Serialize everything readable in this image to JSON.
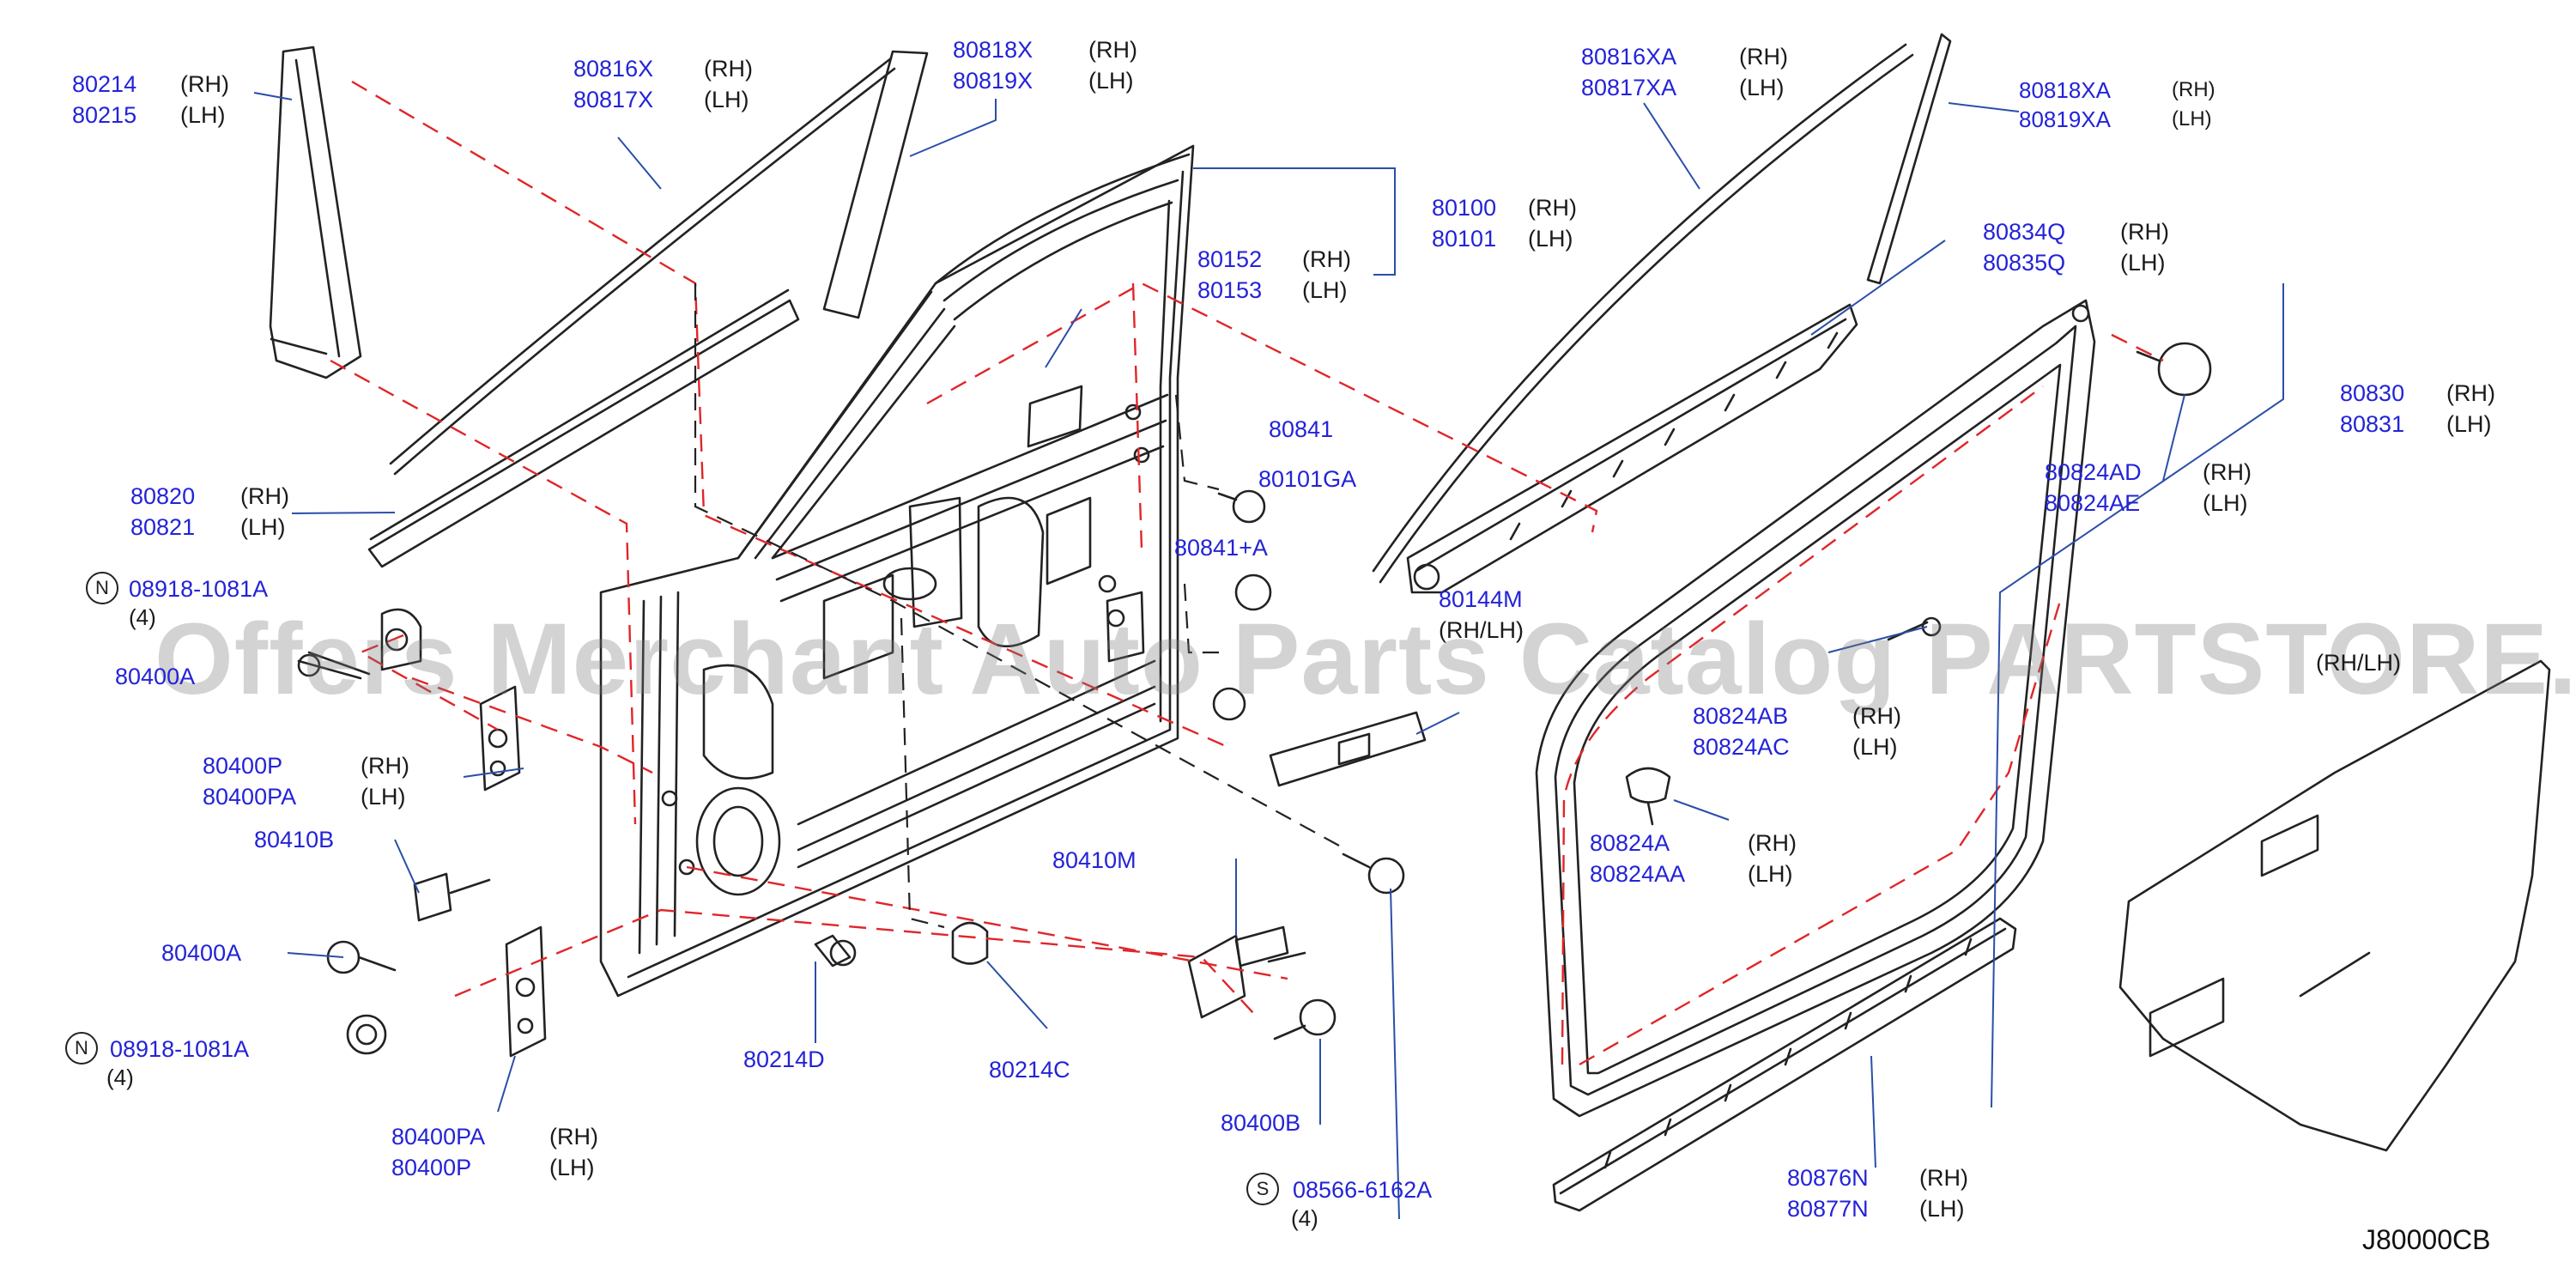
{
  "watermark": "Offers Merchant Auto Parts Catalog PARTSTORE.SA",
  "diagram_code": "J80000CB",
  "colors": {
    "part_number": "#2323d8",
    "text": "#1a1a1a",
    "dashed_line": "#e0262a",
    "leader": "#2a4fa8",
    "watermark": "#8a8a8a"
  },
  "callouts": [
    {
      "id": "c1",
      "parts": [
        {
          "no": "80214",
          "side": "(RH)"
        },
        {
          "no": "80215",
          "side": "(LH)"
        }
      ]
    },
    {
      "id": "c2",
      "parts": [
        {
          "no": "80816X",
          "side": "(RH)"
        },
        {
          "no": "80817X",
          "side": "(LH)"
        }
      ]
    },
    {
      "id": "c3",
      "parts": [
        {
          "no": "80818X",
          "side": "(RH)"
        },
        {
          "no": "80819X",
          "side": "(LH)"
        }
      ]
    },
    {
      "id": "c4",
      "parts": [
        {
          "no": "80100",
          "side": "(RH)"
        },
        {
          "no": "80101",
          "side": "(LH)"
        }
      ]
    },
    {
      "id": "c5",
      "parts": [
        {
          "no": "80152",
          "side": "(RH)"
        },
        {
          "no": "80153",
          "side": "(LH)"
        }
      ]
    },
    {
      "id": "c6",
      "parts": [
        {
          "no": "80816XA",
          "side": "(RH)"
        },
        {
          "no": "80817XA",
          "side": "(LH)"
        }
      ]
    },
    {
      "id": "c7",
      "parts": [
        {
          "no": "80818XA",
          "side": "(RH)"
        },
        {
          "no": "80819XA",
          "side": "(LH)"
        }
      ]
    },
    {
      "id": "c8",
      "parts": [
        {
          "no": "80834Q",
          "side": "(RH)"
        },
        {
          "no": "80835Q",
          "side": "(LH)"
        }
      ]
    },
    {
      "id": "c9",
      "parts": [
        {
          "no": "80830",
          "side": "(RH)"
        },
        {
          "no": "80831",
          "side": "(LH)"
        }
      ]
    },
    {
      "id": "c10",
      "parts": [
        {
          "no": "80824AD",
          "side": "(RH)"
        },
        {
          "no": "80824AE",
          "side": "(LH)"
        }
      ]
    },
    {
      "id": "c11",
      "parts": [
        {
          "no": "80820",
          "side": "(RH)"
        },
        {
          "no": "80821",
          "side": "(LH)"
        }
      ]
    },
    {
      "id": "c12",
      "parts": [
        {
          "no": "80841",
          "side": ""
        }
      ]
    },
    {
      "id": "c13",
      "parts": [
        {
          "no": "80101GA",
          "side": ""
        }
      ]
    },
    {
      "id": "c14",
      "parts": [
        {
          "no": "80841+A",
          "side": ""
        }
      ]
    },
    {
      "id": "c15",
      "parts": [
        {
          "no": "80144M",
          "side": "(RH/LH)"
        }
      ]
    },
    {
      "id": "c16",
      "parts": [
        {
          "no": "80400A",
          "side": ""
        }
      ]
    },
    {
      "id": "c17",
      "parts": [
        {
          "no": "80400P",
          "side": "(RH)"
        },
        {
          "no": "80400PA",
          "side": "(LH)"
        }
      ]
    },
    {
      "id": "c18",
      "parts": [
        {
          "no": "80410B",
          "side": ""
        }
      ]
    },
    {
      "id": "c19",
      "parts": [
        {
          "no": "80400A",
          "side": ""
        }
      ]
    },
    {
      "id": "c20",
      "parts": [
        {
          "no": "80400PA",
          "side": "(RH)"
        },
        {
          "no": "80400P",
          "side": "(LH)"
        }
      ]
    },
    {
      "id": "c21",
      "parts": [
        {
          "no": "80214D",
          "side": ""
        }
      ]
    },
    {
      "id": "c22",
      "parts": [
        {
          "no": "80214C",
          "side": ""
        }
      ]
    },
    {
      "id": "c23",
      "parts": [
        {
          "no": "80410M",
          "side": ""
        }
      ]
    },
    {
      "id": "c24",
      "parts": [
        {
          "no": "80400B",
          "side": ""
        }
      ]
    },
    {
      "id": "c25",
      "parts": [
        {
          "no": "80824AB",
          "side": "(RH)"
        },
        {
          "no": "80824AC",
          "side": "(LH)"
        }
      ]
    },
    {
      "id": "c26",
      "parts": [
        {
          "no": "80824A",
          "side": "(RH)"
        },
        {
          "no": "80824AA",
          "side": "(LH)"
        }
      ]
    },
    {
      "id": "c27",
      "parts": [
        {
          "no": "80876N",
          "side": "(RH)"
        },
        {
          "no": "80877N",
          "side": "(LH)"
        }
      ]
    },
    {
      "id": "c28",
      "parts": [
        {
          "no": "(RH/LH)",
          "side": ""
        }
      ]
    },
    {
      "id": "c29",
      "parts": [
        {
          "no": "08566-6162A",
          "side": ""
        }
      ]
    },
    {
      "id": "c30",
      "parts": [
        {
          "no": "08918-1081A",
          "side": ""
        }
      ]
    },
    {
      "id": "c31",
      "parts": [
        {
          "no": "08918-1081A",
          "side": ""
        }
      ]
    }
  ],
  "fasteners": [
    {
      "id": "n1",
      "symbol": "N",
      "qty": "(4)"
    },
    {
      "id": "n2",
      "symbol": "N",
      "qty": "(4)"
    },
    {
      "id": "s1",
      "symbol": "S",
      "qty": "(4)"
    }
  ]
}
